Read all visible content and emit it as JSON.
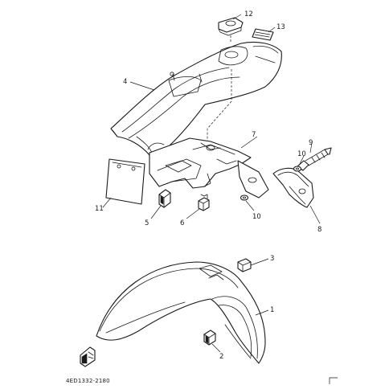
{
  "labels": {
    "p1": "1",
    "p2": "2",
    "p3": "3",
    "p4": "4",
    "p5": "5",
    "p6": "6",
    "p7": "7",
    "p8": "8",
    "p9": "9",
    "p10a": "10",
    "p10b": "10",
    "p11": "11",
    "p12": "12",
    "p13": "13"
  },
  "diagram_code": "4ED1332-2180"
}
